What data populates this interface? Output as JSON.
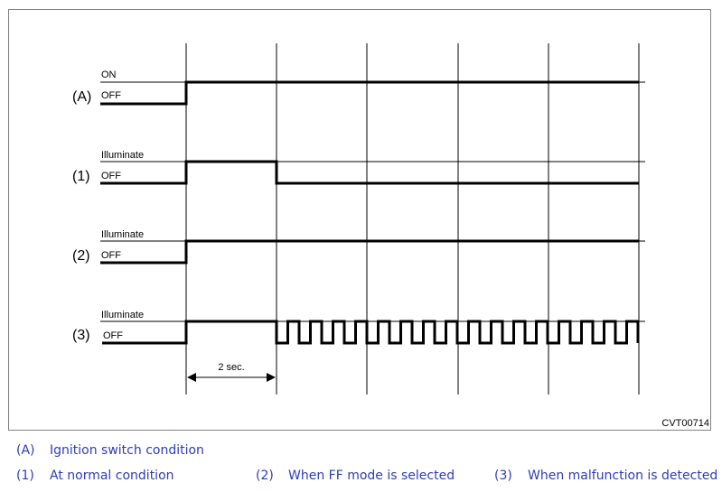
{
  "diagram": {
    "signals": [
      {
        "id": "A",
        "row_label": "(A)",
        "high_label": "ON",
        "low_label": "OFF"
      },
      {
        "id": "1",
        "row_label": "(1)",
        "high_label": "Illuminate",
        "low_label": "OFF"
      },
      {
        "id": "2",
        "row_label": "(2)",
        "high_label": "Illuminate",
        "low_label": "OFF"
      },
      {
        "id": "3",
        "row_label": "(3)",
        "high_label": "Illuminate",
        "low_label": "OFF"
      }
    ],
    "interval_label": "2 sec.",
    "figure_code": "CVT00714"
  },
  "legend": {
    "A": {
      "code": "(A)",
      "text": "Ignition switch condition"
    },
    "1": {
      "code": "(1)",
      "text": "At normal condition"
    },
    "2": {
      "code": "(2)",
      "text": "When FF mode is selected"
    },
    "3": {
      "code": "(3)",
      "text": "When malfunction is detected"
    }
  },
  "colors": {
    "legend_text": "#2f3cb5",
    "frame": "#808080",
    "signal": "#000000"
  }
}
